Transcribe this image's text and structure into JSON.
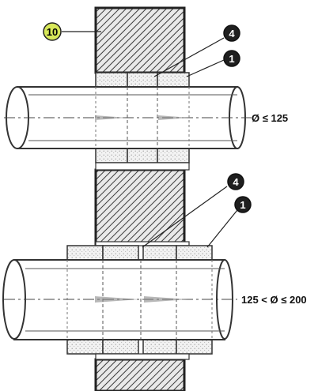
{
  "callouts": {
    "wall": "10",
    "sealant_top": "4",
    "band_top": "1",
    "sealant_bottom": "4",
    "band_bottom": "1"
  },
  "labels": {
    "diameter_small": "Ø ≤ 125",
    "diameter_large": "125 < Ø ≤ 200"
  },
  "colors": {
    "hatch_block": "#3a3a3a",
    "wall_fill": "#5a5a5a",
    "pipe_stroke": "#333333",
    "callout_fill": "#d8e85a",
    "dot_fill": "#cfcfcf"
  }
}
